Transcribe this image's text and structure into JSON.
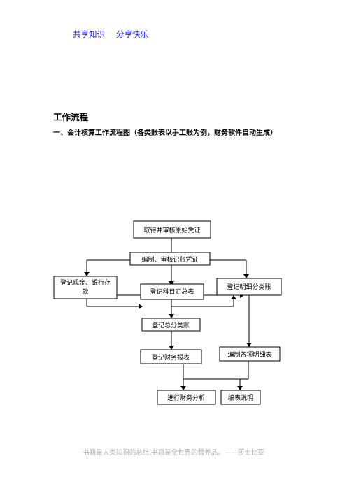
{
  "header": {
    "link1": "共享知识",
    "link2": "分享快乐"
  },
  "title": "工作流程",
  "subtitle": "一、会计核算工作流程图（各类账表以手工账为例，财务软件自动生成）",
  "flowchart": {
    "nodes": {
      "n1": "取得并审核原始凭证",
      "n2": "编制、审核记账凭证",
      "n3a": "登记现金、银行存",
      "n3b": "款",
      "n4": "登记科目汇总表",
      "n5": "登记明细分类账",
      "n6": "登记总分类账",
      "n7": "登记财务报表",
      "n8": "编制各项明细表",
      "n9": "进行财务分析",
      "n10": "编表说明"
    }
  },
  "footer": "书籍是人类知识的总结,书籍是全世界的营养品。——莎士比亚"
}
